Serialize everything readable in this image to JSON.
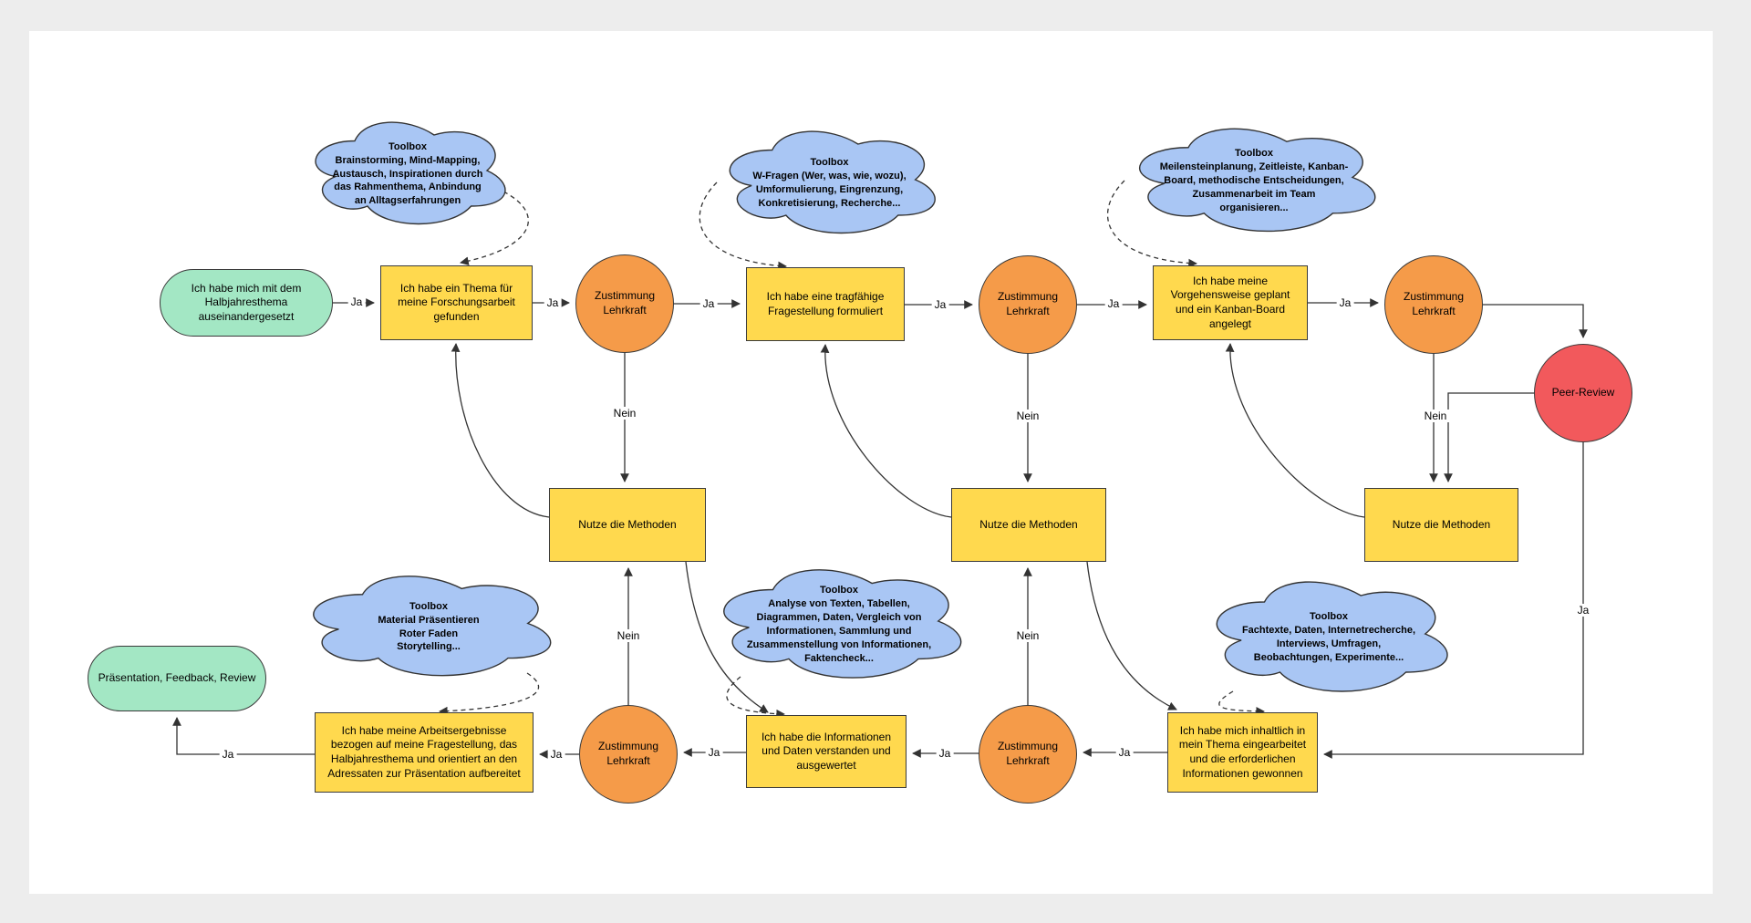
{
  "diagram": {
    "language": "de",
    "labels": {
      "ja": "Ja",
      "nein": "Nein"
    },
    "nodes": {
      "start": "Ich habe mich mit dem Halbjahresthema auseinandergesetzt",
      "thema": "Ich habe ein Thema für meine Forschungsarbeit gefunden",
      "zustimmung": "Zustimmung Lehrkraft",
      "frage": "Ich habe eine tragfähige Fragestellung formuliert",
      "plan": "Ich habe meine Vorgehensweise geplant und ein Kanban-Board angelegt",
      "peer_review": "Peer-Review",
      "methoden": "Nutze die Methoden",
      "praesentation": "Präsentation, Feedback, Review",
      "arbeitsergebnisse": "Ich habe meine Arbeitsergebnisse bezogen auf meine Fragestellung, das Halbjahresthema und orientiert an den Adressaten zur Präsentation aufbereitet",
      "informationen": "Ich habe die Informationen und Daten verstanden und ausgewertet",
      "eingearbeitet": "Ich habe mich inhaltlich in mein Thema eingearbeitet und die erforderlichen Informationen gewonnen"
    },
    "clouds": [
      {
        "title": "Toolbox",
        "body": "Brainstorming, Mind-Mapping, Austausch, Inspirationen durch das Rahmenthema, Anbindung an Alltagserfahrungen"
      },
      {
        "title": "Toolbox",
        "body": "W-Fragen (Wer, was, wie, wozu), Umformulierung, Eingrenzung, Konkretisierung, Recherche..."
      },
      {
        "title": "Toolbox",
        "body": "Meilensteinplanung, Zeitleiste, Kanban-Board, methodische Entscheidungen, Zusammenarbeit im Team organisieren..."
      },
      {
        "title": "Toolbox",
        "body": "Material Präsentieren\nRoter Faden\nStorytelling..."
      },
      {
        "title": "Toolbox",
        "body": "Analyse von Texten, Tabellen, Diagrammen, Daten, Vergleich von Informationen, Sammlung und Zusammenstellung von Informationen, Faktencheck..."
      },
      {
        "title": "Toolbox",
        "body": "Fachtexte, Daten, Internetrecherche, Interviews, Umfragen, Beobachtungen, Experimente..."
      }
    ],
    "colors": {
      "background": "#ededed",
      "surface": "#ffffff",
      "process_fill": "#ffd94e",
      "decision_fill": "#f59b49",
      "terminal_fill": "#a3e7c4",
      "peer_review_fill": "#f2595c",
      "cloud_fill": "#a9c6f4",
      "stroke": "#333333"
    }
  }
}
